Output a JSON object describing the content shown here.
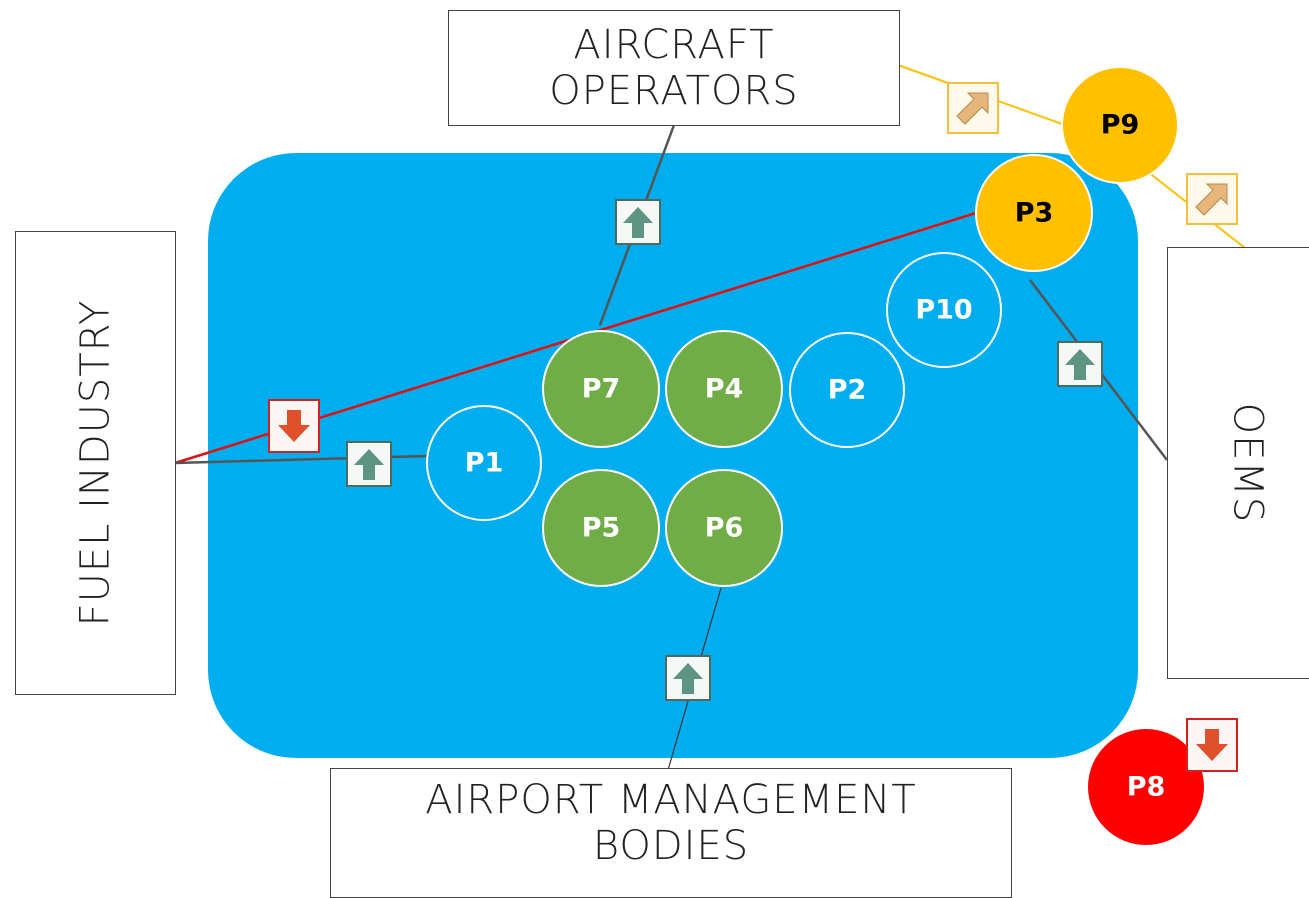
{
  "stakeholders": {
    "aircraft_operators": {
      "line1": "AIRCRAFT",
      "line2": "OPERATORS"
    },
    "fuel_industry": {
      "label": "FUEL INDUSTRY"
    },
    "oems": {
      "label": "OEMS"
    },
    "airport_management": {
      "line1": "AIRPORT MANAGEMENT",
      "line2": "BODIES"
    }
  },
  "nodes": {
    "p1": {
      "label": "P1",
      "style": "outline"
    },
    "p2": {
      "label": "P2",
      "style": "outline"
    },
    "p3": {
      "label": "P3",
      "style": "yellow"
    },
    "p4": {
      "label": "P4",
      "style": "green"
    },
    "p5": {
      "label": "P5",
      "style": "green"
    },
    "p6": {
      "label": "P6",
      "style": "green"
    },
    "p7": {
      "label": "P7",
      "style": "green"
    },
    "p8": {
      "label": "P8",
      "style": "red"
    },
    "p9": {
      "label": "P9",
      "style": "yellow"
    },
    "p10": {
      "label": "P10",
      "style": "outline"
    }
  },
  "arrows": {
    "aircraft_to_p7": "up",
    "fuel_to_p1": "up",
    "fuel_to_p3": "down",
    "oems_to_p3": "up",
    "airport_to_p6": "up",
    "p8": "down",
    "aircraft_to_p9": "up-right",
    "p9_to_oems": "up-right"
  },
  "colors": {
    "region_fill": "#00adef",
    "green_node": "#70ad47",
    "yellow_node": "#ffc000",
    "red_node": "#ff0000",
    "up_arrow": "#5e9582",
    "down_arrow": "#e0502a",
    "diag_arrow": "#e6b67a",
    "link_red": "#e01010",
    "link_yellow": "#ffc000",
    "link_gray": "#555555"
  }
}
